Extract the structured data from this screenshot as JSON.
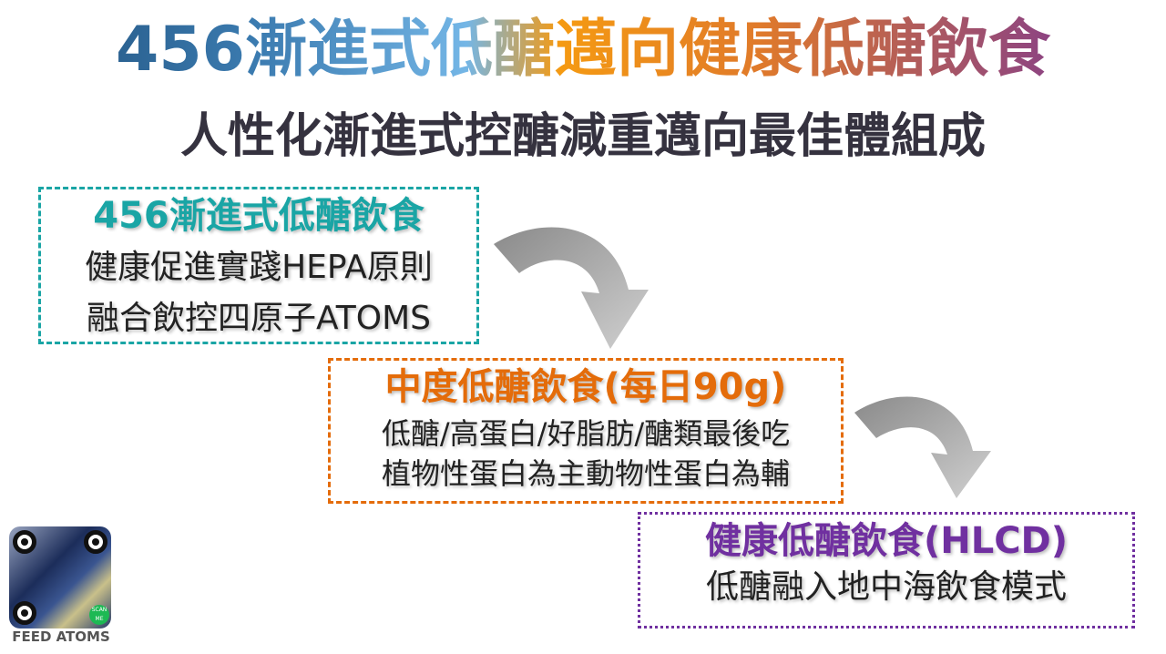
{
  "title": "456漸進式低醣邁向健康低醣飲食",
  "subtitle": "人性化漸進式控醣減重邁向最佳體組成",
  "steps": [
    {
      "heading": "456漸進式低醣飲食",
      "lines": [
        "健康促進實踐HEPA原則",
        "融合飲控四原子ATOMS"
      ],
      "color": "#1aa5a5"
    },
    {
      "heading": "中度低醣飲食(每日90g)",
      "lines": [
        "低醣/高蛋白/好脂肪/醣類最後吃",
        "植物性蛋白為主動物性蛋白為輔"
      ],
      "color": "#e46c0a"
    },
    {
      "heading": "健康低醣飲食(HLCD)",
      "lines": [
        "低醣融入地中海飲食模式"
      ],
      "color": "#7030a0"
    }
  ],
  "qr": {
    "badge": "SCAN ME",
    "caption": "FEED ATOMS"
  }
}
